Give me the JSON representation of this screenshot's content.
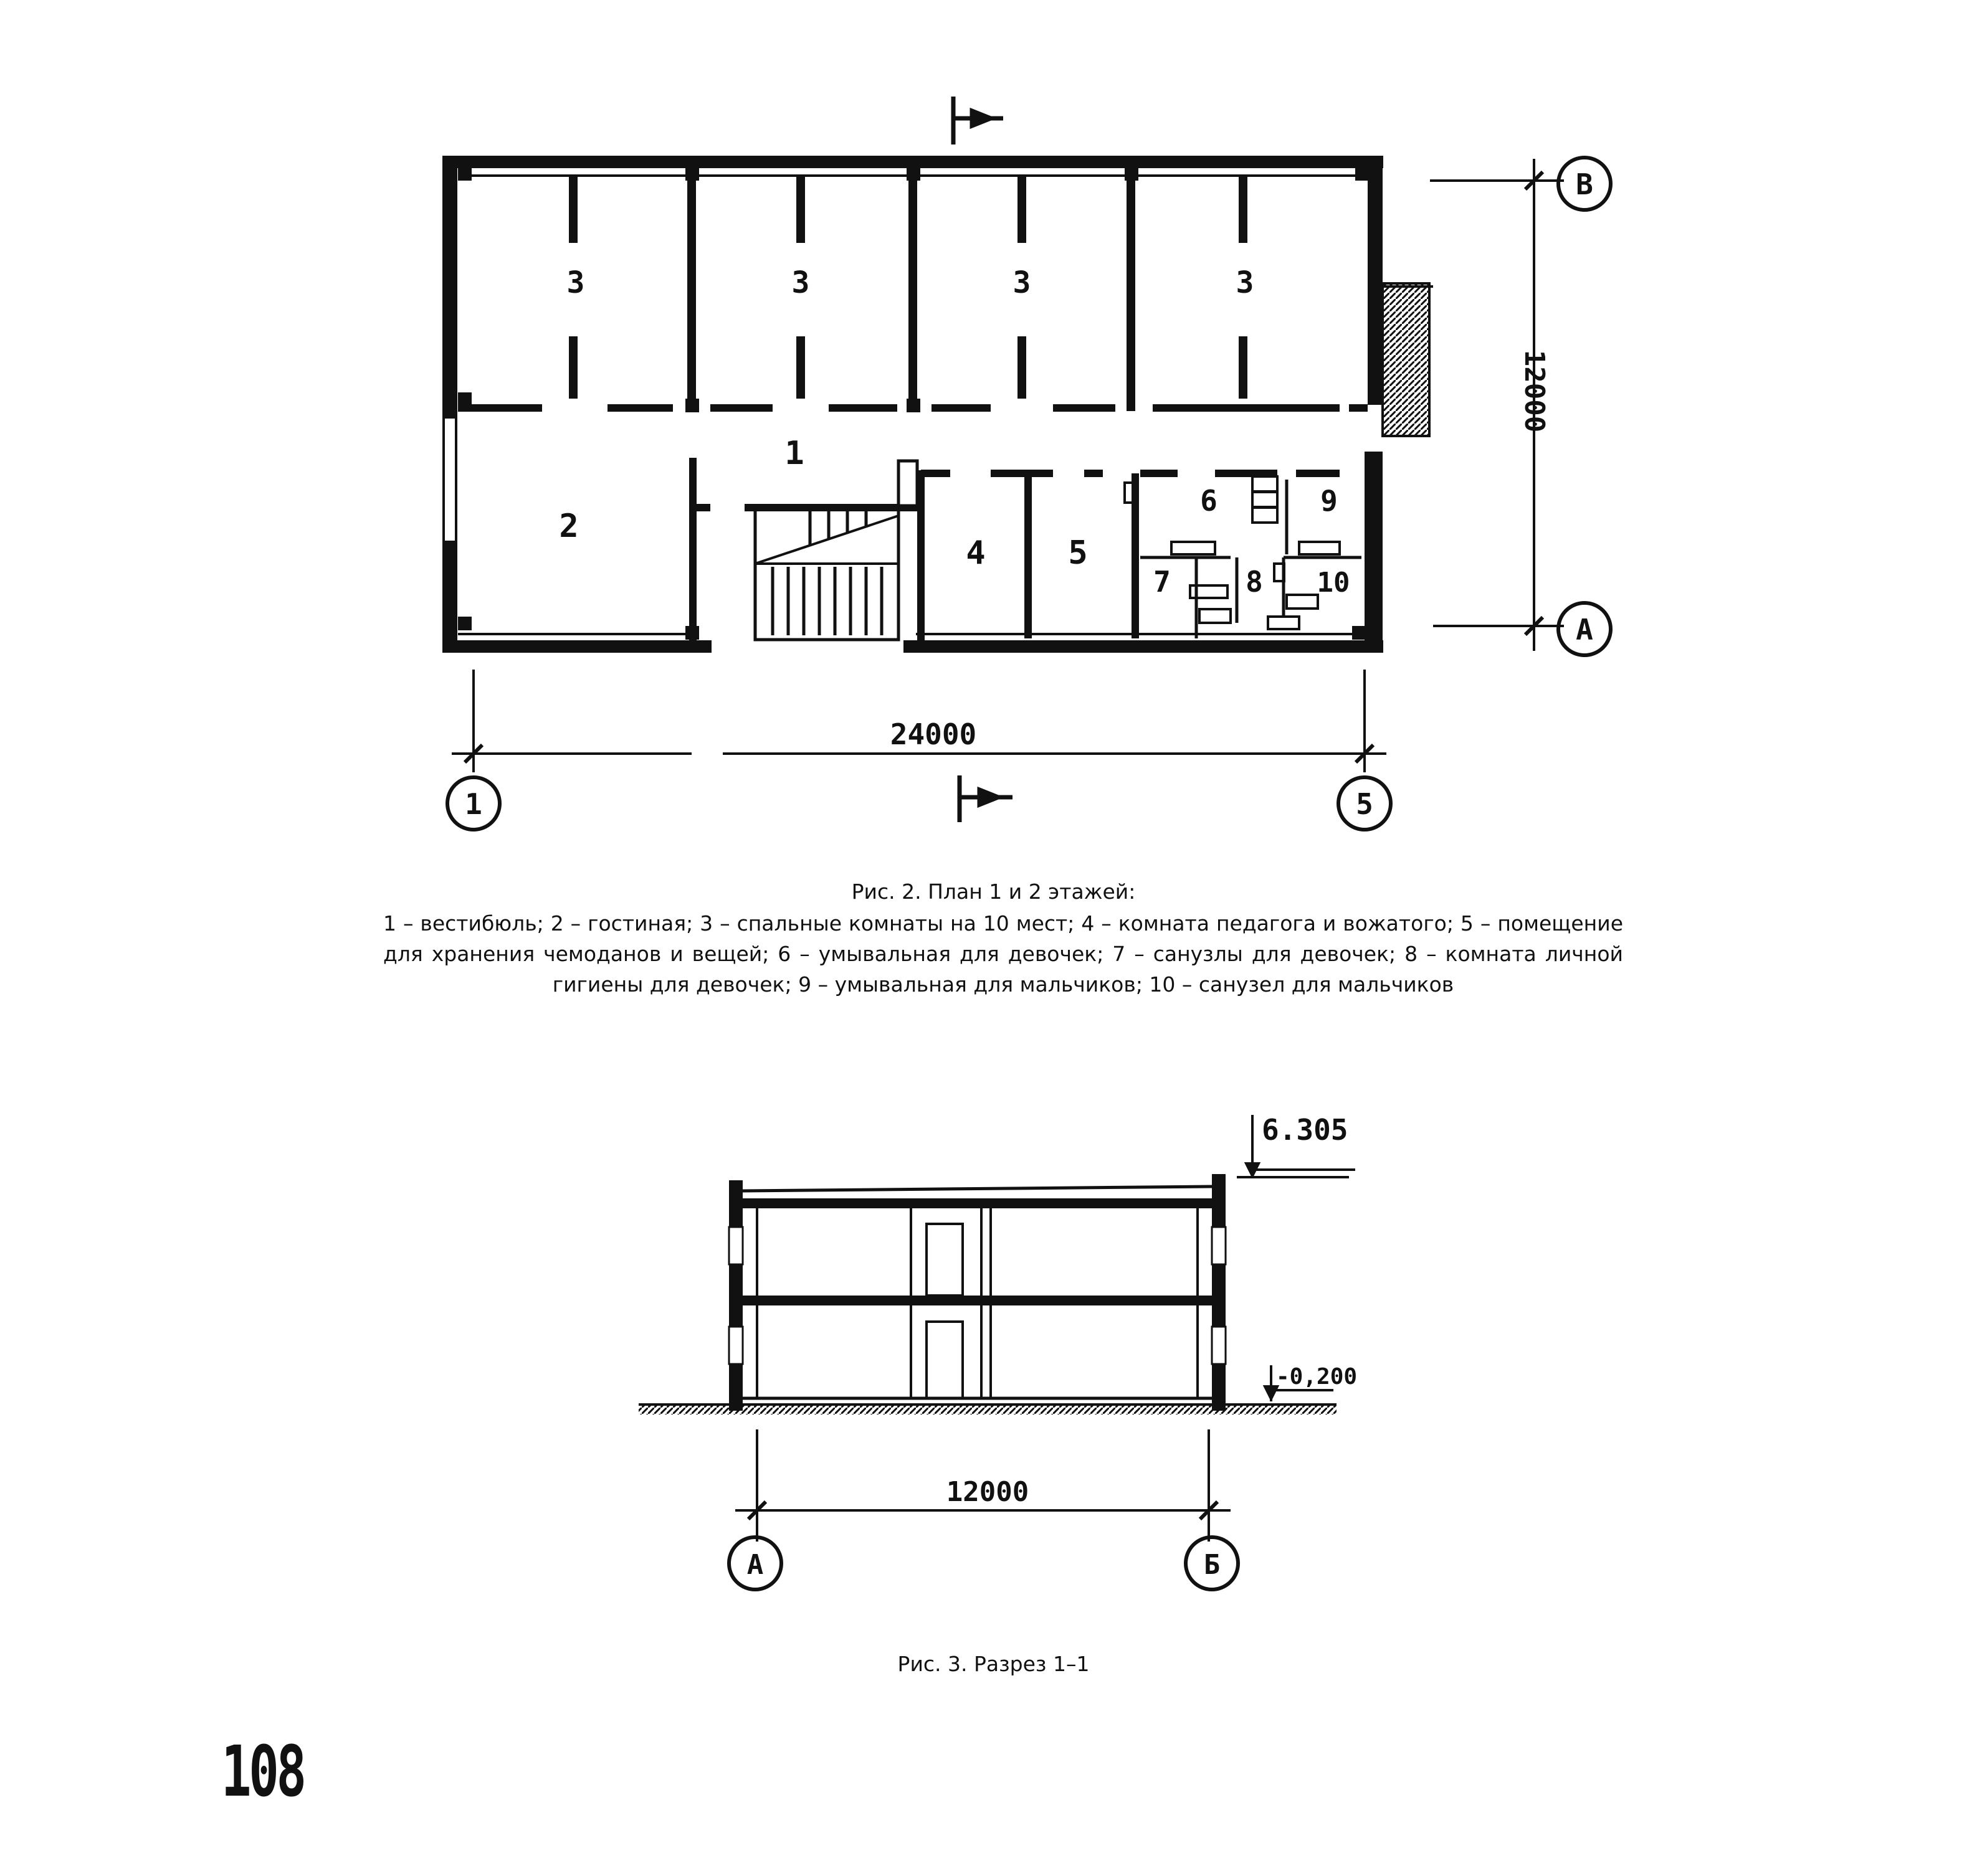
{
  "plan": {
    "room_labels": {
      "r1": "1",
      "r2": "2",
      "r3": "3",
      "r4": "4",
      "r5": "5",
      "r6": "6",
      "r7": "7",
      "r8": "8",
      "r9": "9",
      "r10": "10"
    },
    "dim_width": "24000",
    "dim_depth": "12000",
    "axes": {
      "left": "1",
      "right": "5",
      "top": "В",
      "bottom": "А"
    }
  },
  "section": {
    "elev_top": "6.305",
    "elev_ground": "-0,200",
    "dim": "12000",
    "axes": {
      "left": "А",
      "right": "Б"
    }
  },
  "captions": {
    "fig2_title": "Рис. 2. План 1 и 2 этажей:",
    "fig2_legend": "1 – вестибюль; 2 – гостиная; 3 – спальные комнаты на 10 мест; 4 – комната педагога и вожатого; 5 – помещение для хранения чемоданов и вещей; 6 – умывальная для девочек; 7 – санузлы для девочек; 8 – комната личной гигиены для девочек; 9 – умывальная для мальчиков; 10 – санузел для мальчиков",
    "fig3": "Рис. 3. Разрез 1–1"
  },
  "page_number": "108"
}
